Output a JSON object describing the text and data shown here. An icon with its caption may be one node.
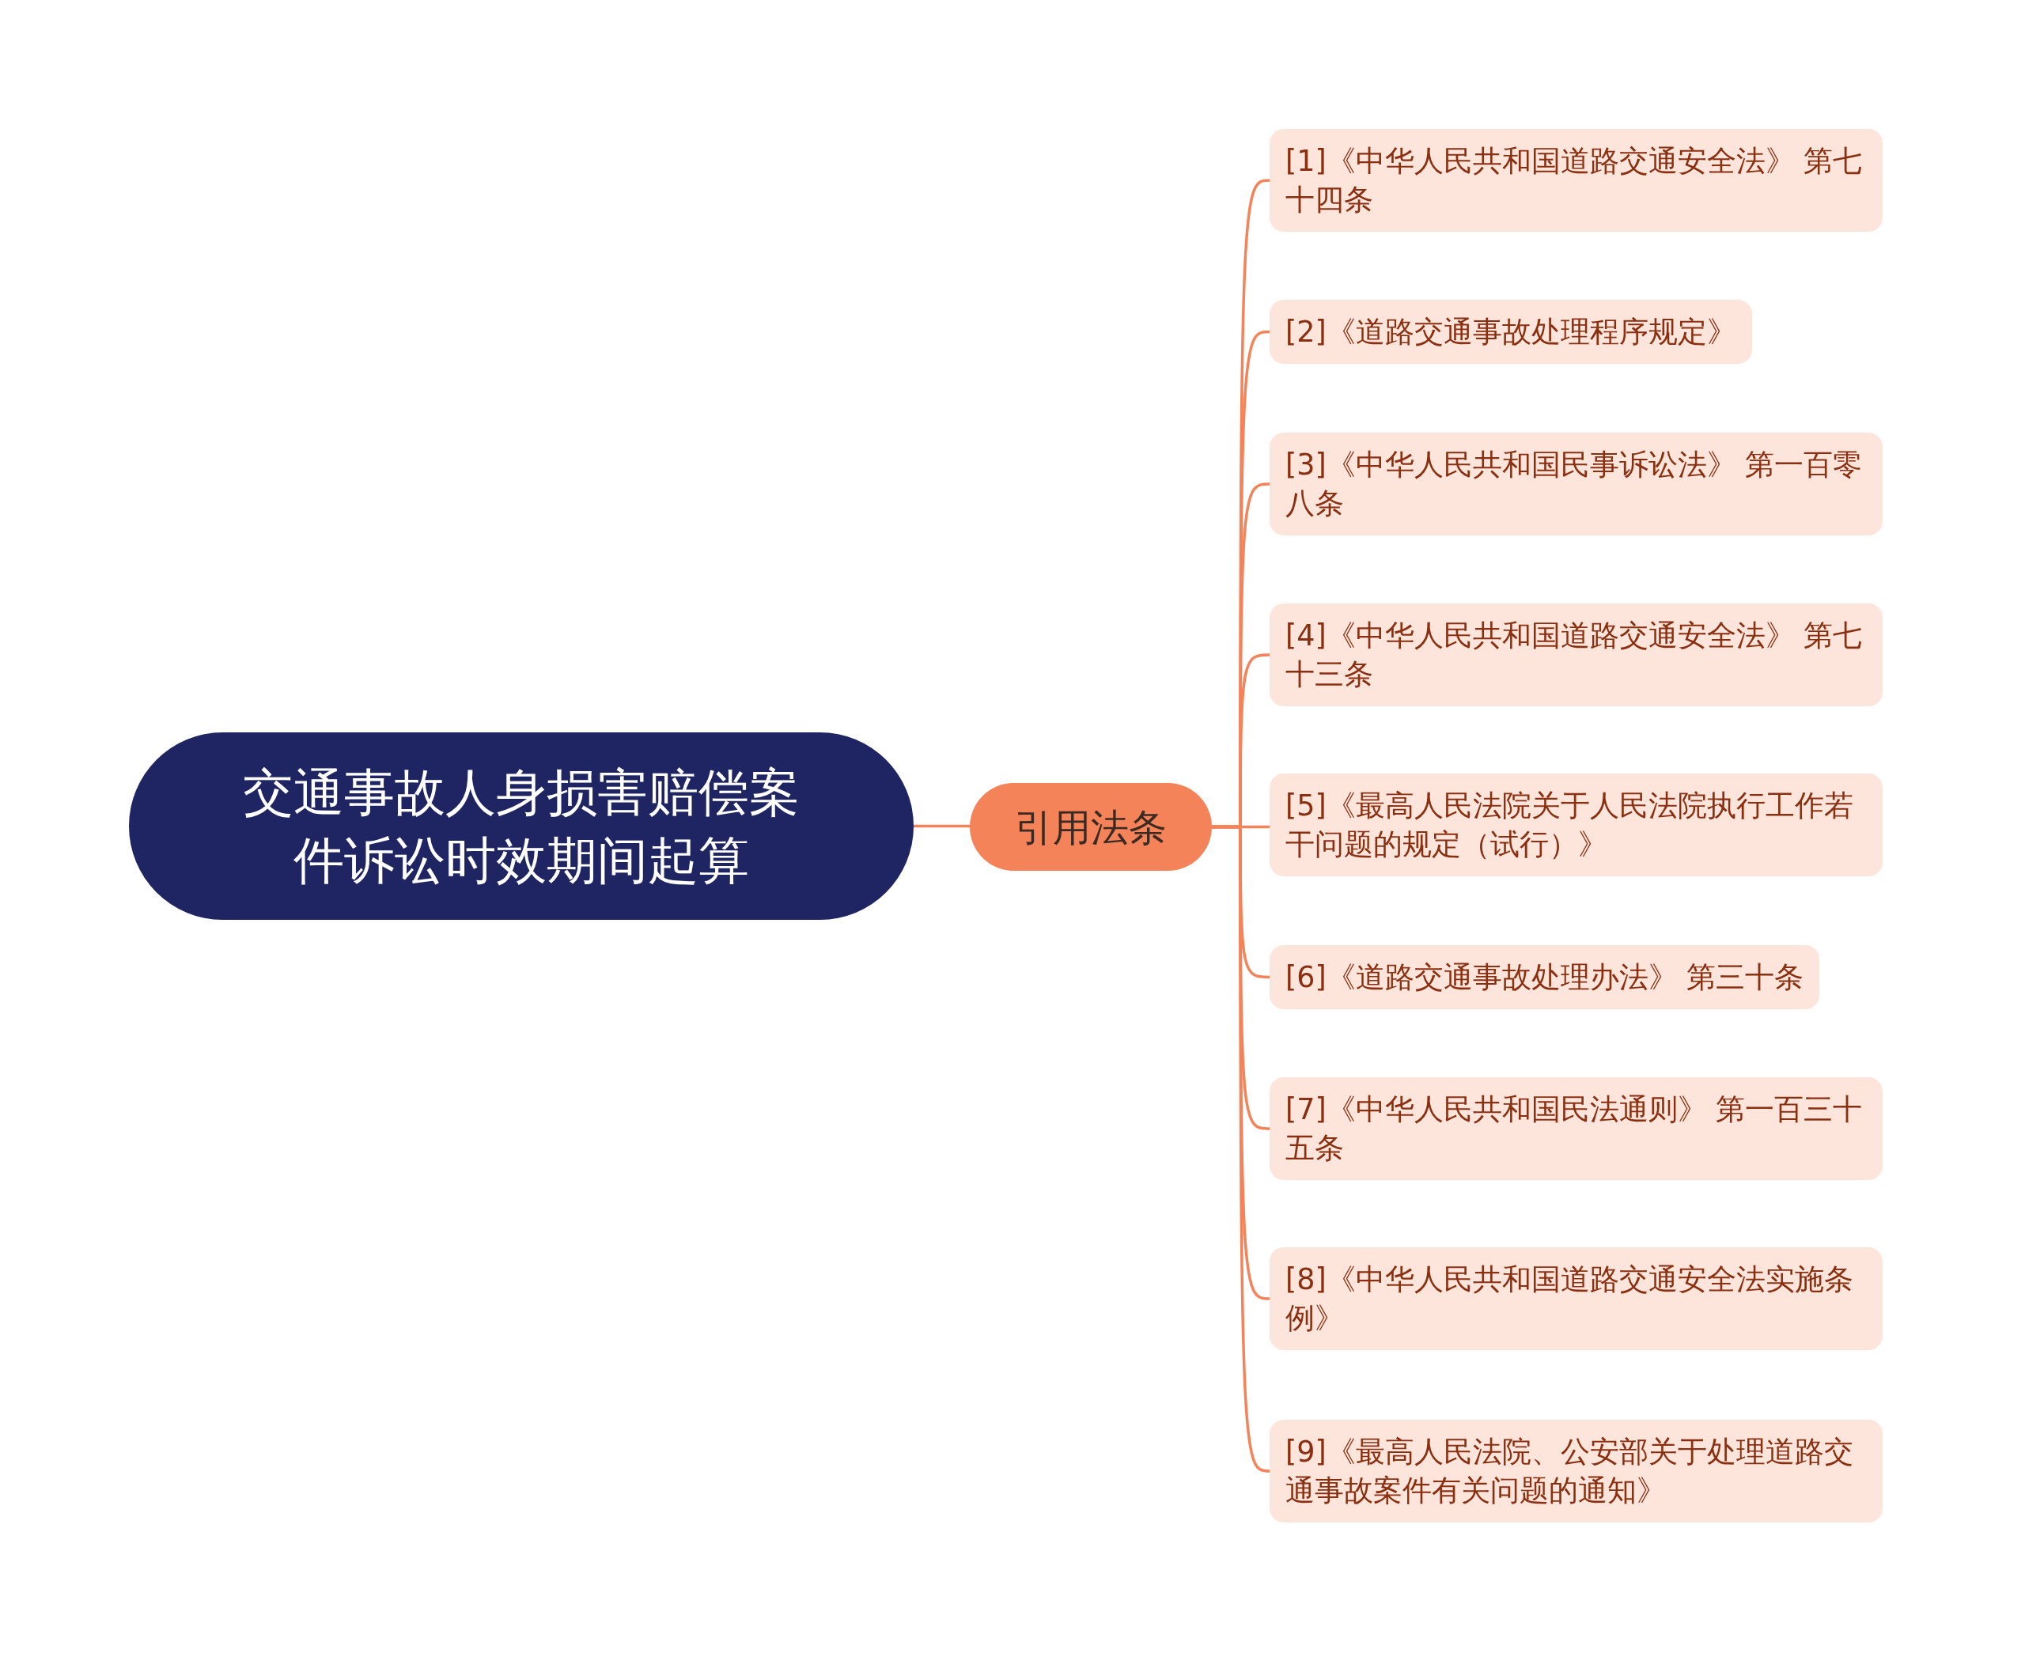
{
  "diagram": {
    "nodes": [
      {
        "text": [
          "交通事故人身损害赔偿案件诉讼时效期间起算"
        ]
      },
      {
        "text": [
          "引用法条"
        ]
      },
      {
        "text": [
          "[1]《中华人民共和国道路交通安全法》 第七十四条"
        ]
      },
      {
        "text": [
          "[2]《道路交通事故处理程序规定》"
        ]
      },
      {
        "text": [
          "[3]《中华人民共和国民事诉讼法》 第一百零八条"
        ]
      },
      {
        "text": [
          "[4]《中华人民共和国道路交通安全法》 第七十三条"
        ]
      },
      {
        "text": [
          "[5]《最高人民法院关于人民法院执行工作若干问题的规定（试行）》"
        ]
      },
      {
        "text": [
          "[6]《道路交通事故处理办法》 第三十条"
        ]
      },
      {
        "text": [
          "[7]《中华人民共和国民法通则》 第一百三十五条"
        ]
      },
      {
        "text": [
          "[8]《中华人民共和国道路交通安全法实施条例》"
        ]
      },
      {
        "text": [
          "[9]《最高人民法院、公安部关于处理道路交通事故案件有关问题的通知》"
        ]
      }
    ],
    "edges": [
      {
        "from": 0,
        "to": 1,
        "arrow": "none"
      },
      {
        "from": 1,
        "to": 2,
        "arrow": "none"
      },
      {
        "from": 1,
        "to": 3,
        "arrow": "none"
      },
      {
        "from": 1,
        "to": 4,
        "arrow": "none"
      },
      {
        "from": 1,
        "to": 5,
        "arrow": "none"
      },
      {
        "from": 1,
        "to": 6,
        "arrow": "none"
      },
      {
        "from": 1,
        "to": 7,
        "arrow": "none"
      },
      {
        "from": 1,
        "to": 8,
        "arrow": "none"
      },
      {
        "from": 1,
        "to": 9,
        "arrow": "none"
      },
      {
        "from": 1,
        "to": 10,
        "arrow": "none"
      }
    ]
  }
}
